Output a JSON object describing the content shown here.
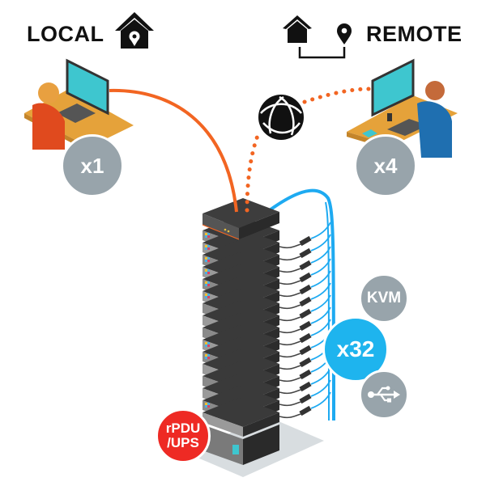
{
  "local": {
    "label": "LOCAL",
    "icon": "home-pin-icon",
    "count": "x1"
  },
  "remote": {
    "label": "REMOTE",
    "icons": [
      "home-icon",
      "location-pin-icon"
    ],
    "count": "x4"
  },
  "network": {
    "icon": "globe-network-icon"
  },
  "targets": {
    "count": "x32",
    "kvm_label": "KVM",
    "usb_icon": "usb-icon"
  },
  "power": {
    "label_line1": "rPDU",
    "label_line2": "/UPS"
  },
  "colors": {
    "local_link": "#f26522",
    "remote_link": "#f26522",
    "target_link": "#1eaaf1",
    "count_badge": "#98a4ab",
    "targets_badge": "#1eb4ee",
    "power_badge": "#ee2a24",
    "server_dark": "#3a3a3a",
    "server_mid": "#8c8c8c",
    "screen": "#3ec6cf",
    "desk": "#e5a23a"
  }
}
